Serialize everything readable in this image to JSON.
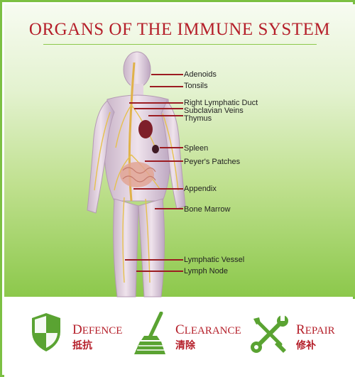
{
  "title": "ORGANS OF THE IMMUNE SYSTEM",
  "colors": {
    "title": "#b51f2a",
    "leader": "#9c1c22",
    "accent_green": "#5aa332",
    "panel_light": "#f7fbf1",
    "panel_dark": "#8cc84b"
  },
  "labels": {
    "adenoids": "Adenoids",
    "tonsils": "Tonsils",
    "right_lymphatic_duct": "Right Lymphatic Duct",
    "subclavian_veins": "Subclavian Veins",
    "thymus": "Thymus",
    "spleen": "Spleen",
    "peyers_patches": "Peyer's Patches",
    "appendix": "Appendix",
    "bone_marrow": "Bone Marrow",
    "lymphatic_vessel": "Lymphatic Vessel",
    "lymph_node": "Lymph Node"
  },
  "features": [
    {
      "icon": "shield-icon",
      "cap": "D",
      "rest": "EFENCE",
      "chinese": "抵抗"
    },
    {
      "icon": "broom-icon",
      "cap": "C",
      "rest": "LEARANCE",
      "chinese": "清除"
    },
    {
      "icon": "wrench-screwdriver-icon",
      "cap": "R",
      "rest": "EPAIR",
      "chinese": "修补"
    }
  ]
}
